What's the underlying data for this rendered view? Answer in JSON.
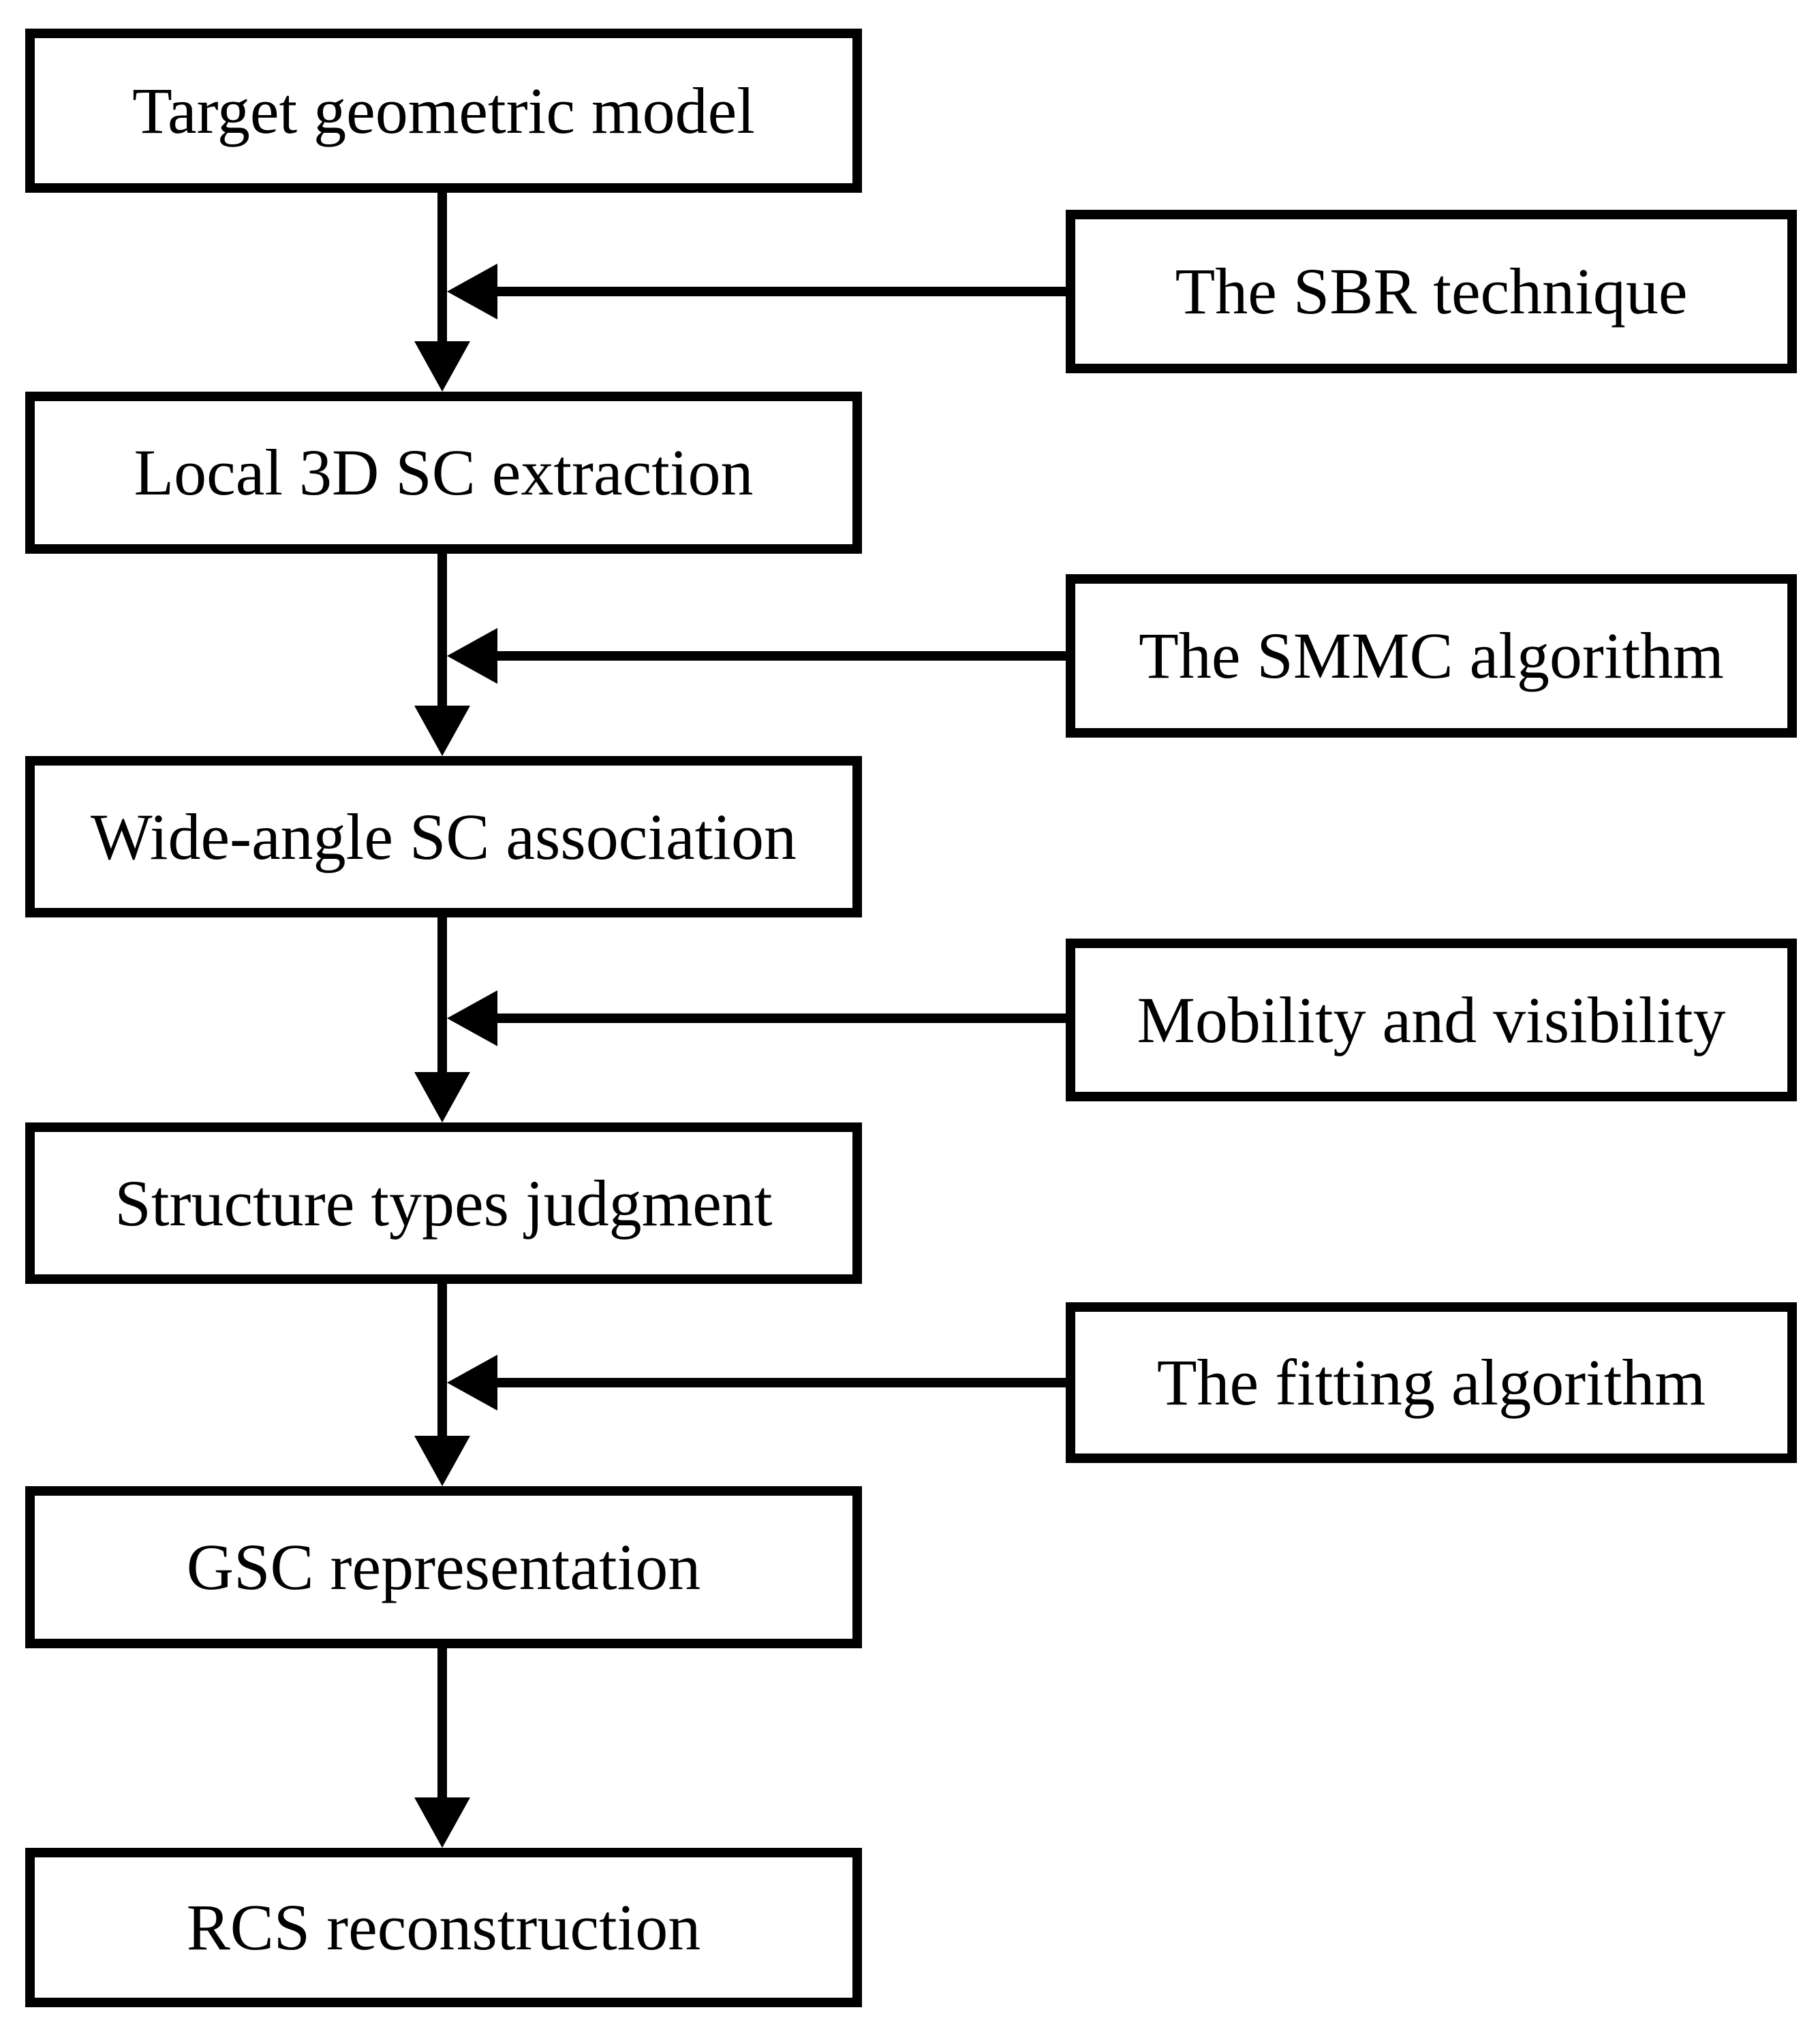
{
  "diagram": {
    "type": "flowchart",
    "background_color": "#ffffff",
    "line_color": "#000000",
    "box_fill_color": "#ffffff",
    "text_color": "#000000",
    "main_flow": [
      {
        "label": "Target geometric model"
      },
      {
        "label": "Local 3D SC extraction"
      },
      {
        "label": "Wide-angle SC association"
      },
      {
        "label": "Structure types judgment"
      },
      {
        "label": "GSC representation"
      },
      {
        "label": "RCS reconstruction"
      }
    ],
    "side_inputs": [
      {
        "label": "The SBR technique",
        "points_to": "Local 3D SC extraction"
      },
      {
        "label": "The SMMC algorithm",
        "points_to": "Wide-angle SC association"
      },
      {
        "label": "Mobility and visibility",
        "points_to": "Structure types judgment"
      },
      {
        "label": "The fitting algorithm",
        "points_to": "GSC representation"
      }
    ],
    "edges": [
      {
        "from": "Target geometric model",
        "to": "Local 3D SC extraction"
      },
      {
        "from": "Local 3D SC extraction",
        "to": "Wide-angle SC association"
      },
      {
        "from": "Wide-angle SC association",
        "to": "Structure types judgment"
      },
      {
        "from": "Structure types judgment",
        "to": "GSC representation"
      },
      {
        "from": "GSC representation",
        "to": "RCS reconstruction"
      }
    ]
  }
}
